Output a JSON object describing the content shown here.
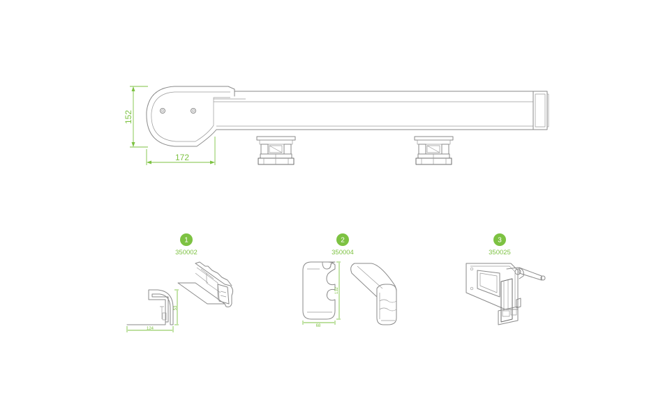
{
  "top_view": {
    "dim_height": "152",
    "dim_width": "172"
  },
  "parts": [
    {
      "index": "1",
      "code": "350002",
      "dim_width": "124",
      "dim_height": "53"
    },
    {
      "index": "2",
      "code": "350004",
      "dim_width": "68",
      "dim_height": "132"
    },
    {
      "index": "3",
      "code": "350025"
    }
  ],
  "colors": {
    "accent": "#7dc242",
    "line": "#8a8a8a",
    "background": "#ffffff"
  }
}
